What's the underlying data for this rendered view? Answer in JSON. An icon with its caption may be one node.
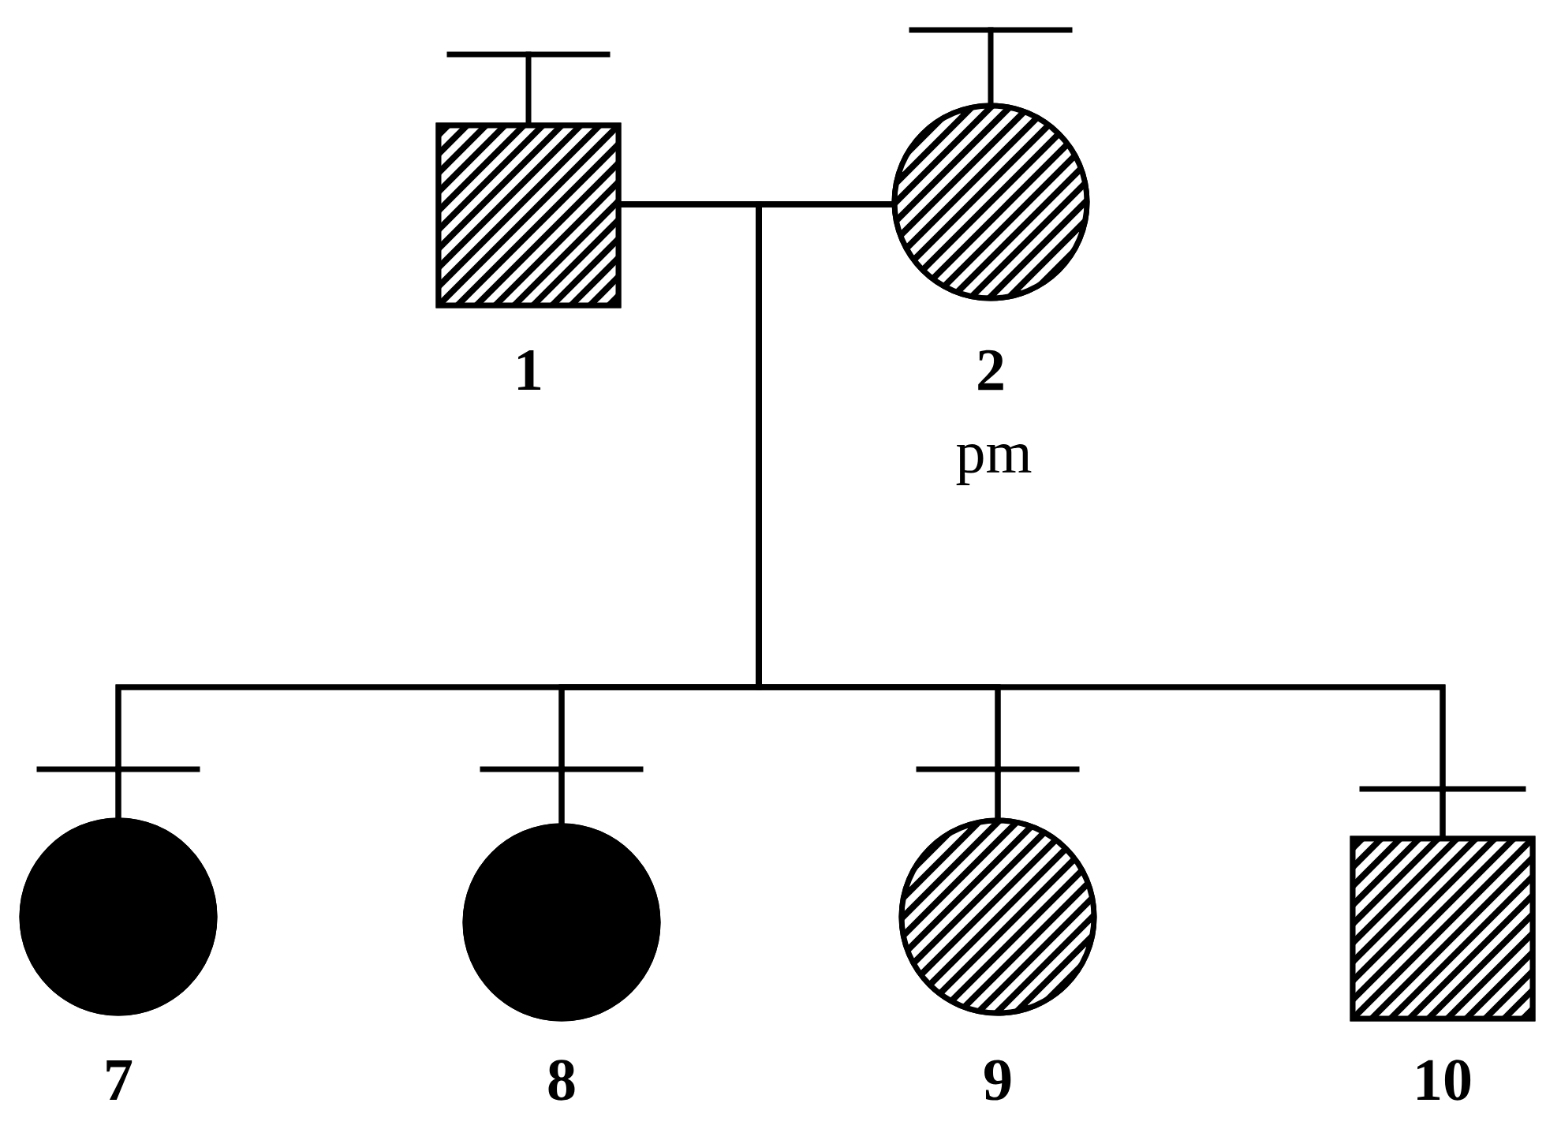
{
  "diagram": {
    "nodes": [
      {
        "text": [
          "1"
        ]
      },
      {
        "text": [
          "2"
        ],
        "beside": [
          "pm"
        ]
      },
      {
        "text": [
          "7"
        ]
      },
      {
        "text": [
          "8"
        ]
      },
      {
        "text": [
          "9"
        ]
      },
      {
        "text": [
          "10"
        ]
      }
    ],
    "edges": [
      {
        "from": 0,
        "to": 1,
        "arrow": "none"
      },
      {
        "from": 0,
        "to": 2,
        "arrow": "none"
      },
      {
        "from": 0,
        "to": 3,
        "arrow": "none"
      },
      {
        "from": 0,
        "to": 4,
        "arrow": "none"
      },
      {
        "from": 0,
        "to": 5,
        "arrow": "none"
      },
      {
        "from": 1,
        "to": 2,
        "arrow": "none"
      },
      {
        "from": 1,
        "to": 3,
        "arrow": "none"
      },
      {
        "from": 1,
        "to": 4,
        "arrow": "none"
      },
      {
        "from": 1,
        "to": 5,
        "arrow": "none"
      }
    ]
  }
}
